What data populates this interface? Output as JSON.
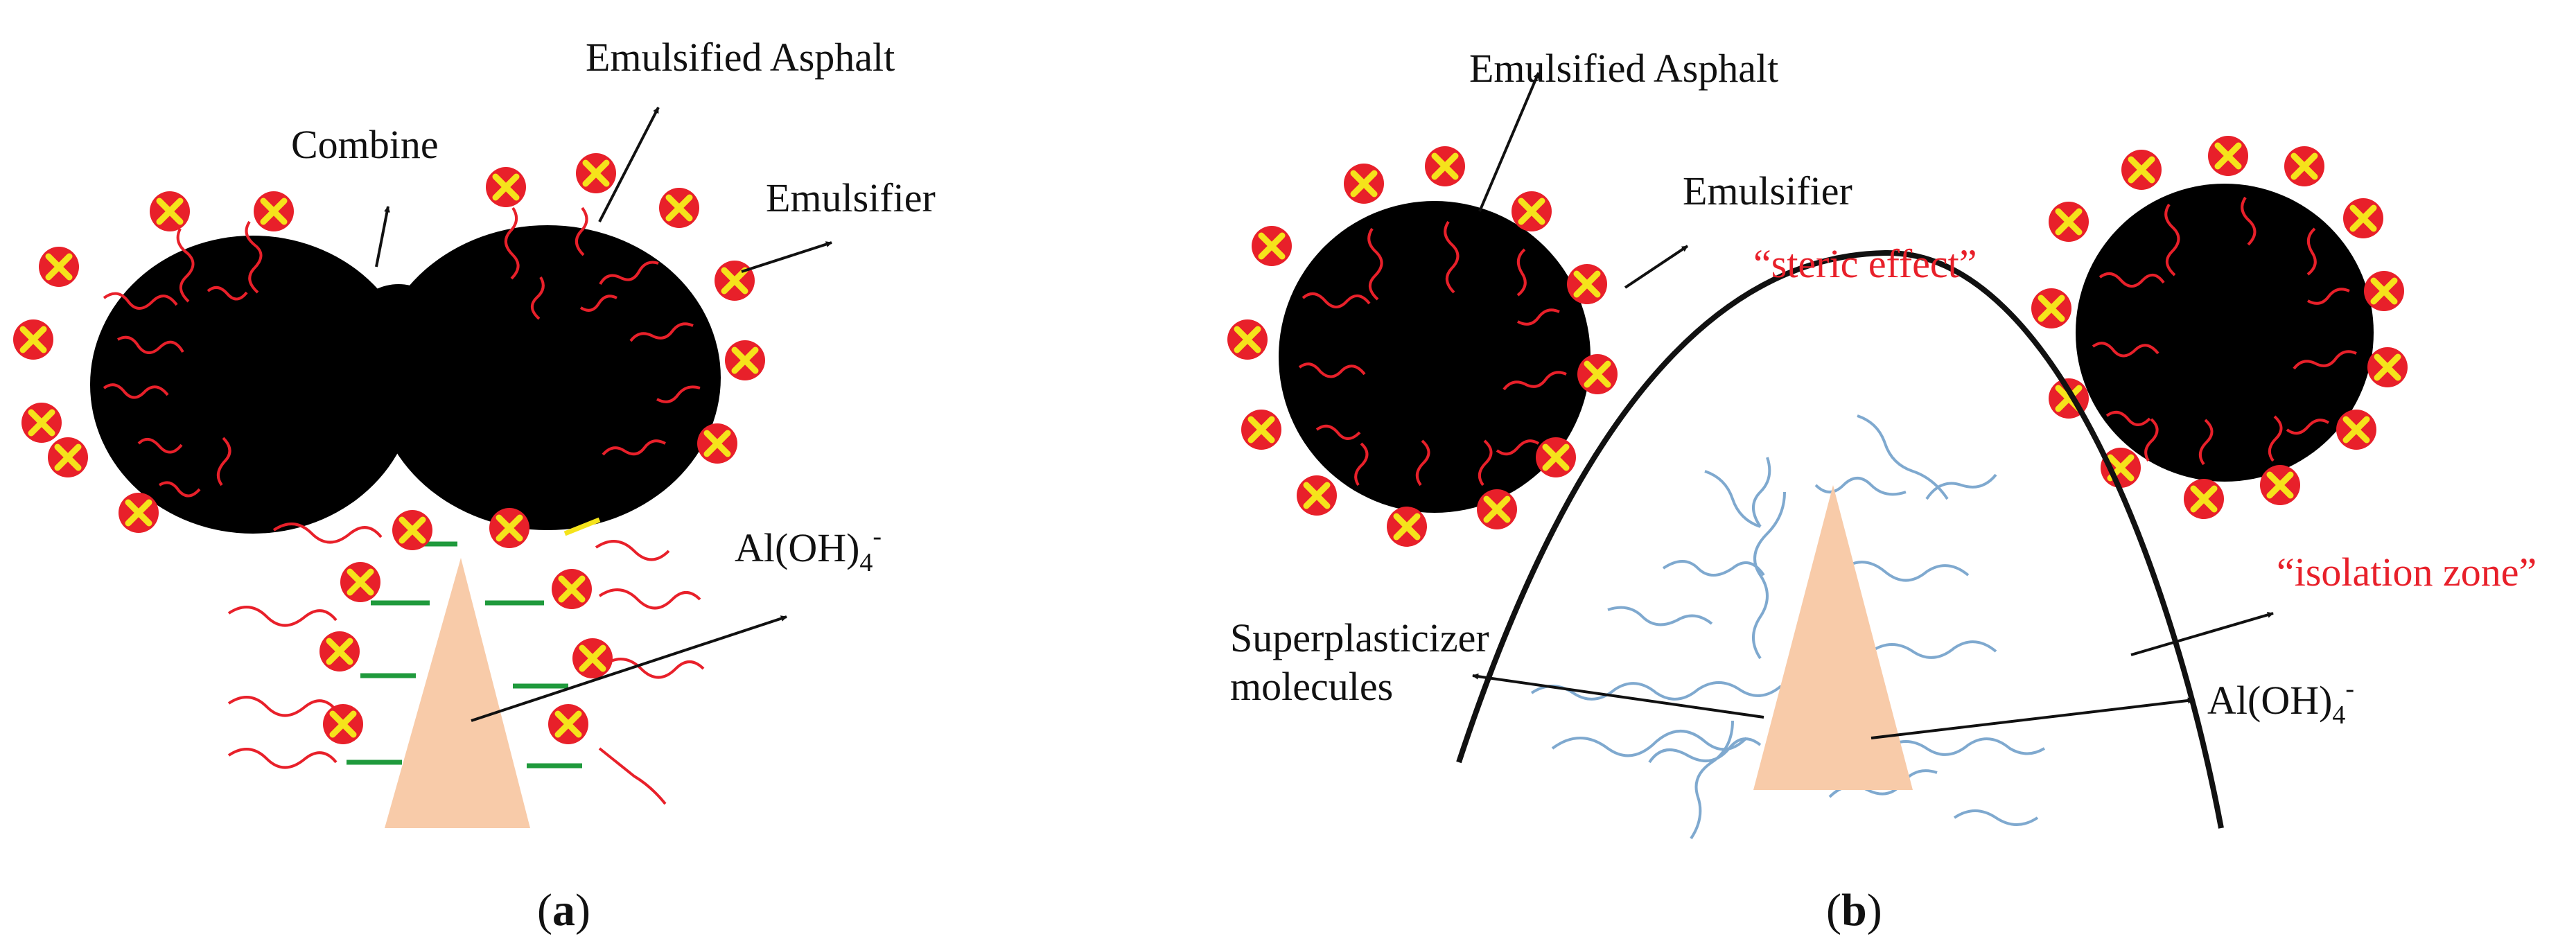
{
  "panel_a": {
    "caption": {
      "open": "(",
      "letter": "a",
      "close": ")"
    },
    "labels": {
      "emulsified_asphalt": "Emulsified Asphalt",
      "combine": "Combine",
      "emulsifier": "Emulsifier",
      "aluminate_base": "Al(OH)",
      "aluminate_sub": "4",
      "aluminate_sup": "-"
    }
  },
  "panel_b": {
    "caption": {
      "open": "(",
      "letter": "b",
      "close": ")"
    },
    "labels": {
      "emulsified_asphalt": "Emulsified Asphalt",
      "emulsifier": "Emulsifier",
      "steric_effect": "“steric effect”",
      "isolation_zone": "“isolation zone”",
      "superplasticizer_line1": "Superplasticizer",
      "superplasticizer_line2": "molecules",
      "aluminate_base": "Al(OH)",
      "aluminate_sub": "4",
      "aluminate_sup": "-"
    }
  },
  "colors": {
    "asphalt": "#000000",
    "charge_fill": "#e8202a",
    "charge_mark": "#f5e31b",
    "tail": "#e8202a",
    "particle": "#f8cba9",
    "bridge": "#1f9a3c",
    "superplasticizer": "#7fa9cf",
    "annotation_red": "#e8202a"
  },
  "icons": [
    "positive-charge-icon",
    "arrow-icon"
  ]
}
